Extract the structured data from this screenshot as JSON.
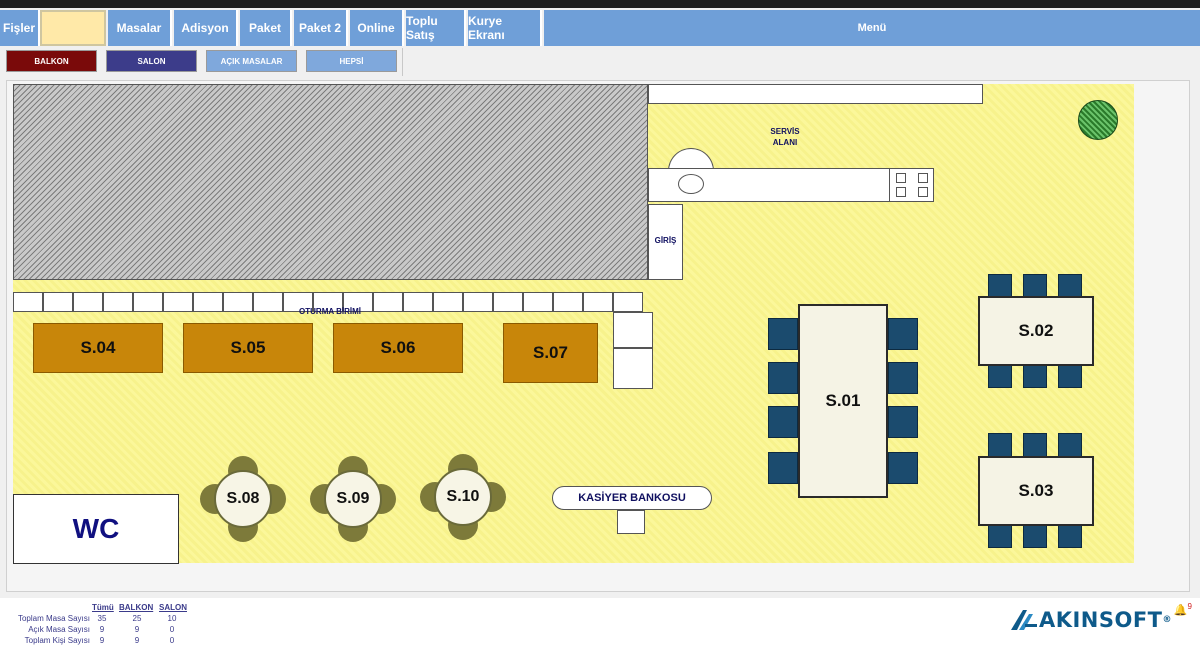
{
  "nav": {
    "tabs": [
      {
        "id": "fisler",
        "label": "Fişler"
      },
      {
        "id": "blank",
        "label": ""
      },
      {
        "id": "masalar",
        "label": "Masalar"
      },
      {
        "id": "adisyon",
        "label": "Adisyon"
      },
      {
        "id": "paket",
        "label": "Paket"
      },
      {
        "id": "paket2",
        "label": "Paket 2"
      },
      {
        "id": "online",
        "label": "Online"
      },
      {
        "id": "toplu",
        "label": "Toplu Satış"
      },
      {
        "id": "kurye",
        "label": "Kurye Ekranı"
      },
      {
        "id": "menu",
        "label": "Menü"
      }
    ]
  },
  "filters": {
    "balkon": "BALKON",
    "salon": "SALON",
    "acik": "AÇIK MASALAR",
    "hepsi": "HEPSİ"
  },
  "floor": {
    "servis_alani": "SERVİS\nALANI",
    "giris": "GİRİŞ",
    "oturma": "OTURMA BİRİMİ",
    "kasiyer": "KASİYER BANKOSU",
    "wc": "WC",
    "tables": {
      "s01": "S.01",
      "s02": "S.02",
      "s03": "S.03",
      "s04": "S.04",
      "s05": "S.05",
      "s06": "S.06",
      "s07": "S.07",
      "s08": "S.08",
      "s09": "S.09",
      "s10": "S.10"
    }
  },
  "stats": {
    "headers": [
      "Tümü",
      "BALKON",
      "SALON"
    ],
    "rows": [
      {
        "label": "Toplam Masa Sayısı",
        "values": [
          "35",
          "25",
          "10"
        ]
      },
      {
        "label": "Açık Masa Sayısı",
        "values": [
          "9",
          "9",
          "0"
        ]
      },
      {
        "label": "Toplam Kişi Sayısı",
        "values": [
          "9",
          "9",
          "0"
        ]
      }
    ]
  },
  "brand": {
    "logo": "AKINSOFT",
    "registered": "®",
    "notification_count": "9"
  },
  "colors": {
    "nav": "#6f9fd8",
    "balkon": "#7a0a0a",
    "salon": "#3c3c8a",
    "filter_light": "#7fa8dc",
    "floor": "#fbf79a",
    "table_gold": "#c8860a",
    "chair_blue": "#1b4b6e"
  }
}
